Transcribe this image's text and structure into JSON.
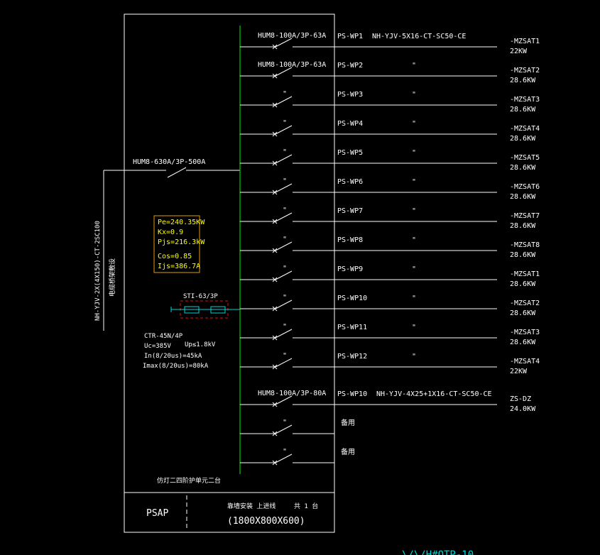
{
  "panel": {
    "name": "PSAP",
    "size": "(1800X800X600)",
    "install_note": "靠墙安装 上进线",
    "count_note": "共 1 台",
    "bottom_note": "仿灯二四阶护单元二台"
  },
  "incoming": {
    "breaker": "HUM8-630A/3P-500A",
    "cable": "NH-YJV-2X(4X150)-CT-2SC100",
    "cable_note": "电缆桥架敷设"
  },
  "calc": {
    "pe": "Pe=240.35KW",
    "kx": "Kx=0.9",
    "pjs": "Pjs=216.3kW",
    "cos": "Cos=0.85",
    "ijs": "Ijs=386.7A"
  },
  "spd": {
    "fuse": "STI-63/3P",
    "model": "CTR-45N/4P",
    "uc": "Uc=385V",
    "up": "Up≤1.8kV",
    "in": "In(8/20us)=45kA",
    "imax": "Imax(8/20us)=80kA"
  },
  "circuits": [
    {
      "breaker": "HUM8-100A/3P-63A",
      "circuit": "PS-WP1",
      "cable": "NH-YJV-5X16-CT-SC50-CE",
      "load": "-MZSAT1",
      "power": "22KW"
    },
    {
      "breaker": "HUM8-100A/3P-63A",
      "circuit": "PS-WP2",
      "cable": "\"",
      "load": "-MZSAT2",
      "power": "28.6KW"
    },
    {
      "breaker": "\"",
      "circuit": "PS-WP3",
      "cable": "\"",
      "load": "-MZSAT3",
      "power": "28.6KW"
    },
    {
      "breaker": "\"",
      "circuit": "PS-WP4",
      "cable": "\"",
      "load": "-MZSAT4",
      "power": "28.6KW"
    },
    {
      "breaker": "\"",
      "circuit": "PS-WP5",
      "cable": "\"",
      "load": "-MZSAT5",
      "power": "28.6KW"
    },
    {
      "breaker": "\"",
      "circuit": "PS-WP6",
      "cable": "\"",
      "load": "-MZSAT6",
      "power": "28.6KW"
    },
    {
      "breaker": "\"",
      "circuit": "PS-WP7",
      "cable": "\"",
      "load": "-MZSAT7",
      "power": "28.6KW"
    },
    {
      "breaker": "\"",
      "circuit": "PS-WP8",
      "cable": "\"",
      "load": "-MZSAT8",
      "power": "28.6KW"
    },
    {
      "breaker": "\"",
      "circuit": "PS-WP9",
      "cable": "\"",
      "load": "-MZSAT1",
      "power": "28.6KW"
    },
    {
      "breaker": "\"",
      "circuit": "PS-WP10",
      "cable": "\"",
      "load": "-MZSAT2",
      "power": "28.6KW"
    },
    {
      "breaker": "\"",
      "circuit": "PS-WP11",
      "cable": "\"",
      "load": "-MZSAT3",
      "power": "28.6KW"
    },
    {
      "breaker": "\"",
      "circuit": "PS-WP12",
      "cable": "\"",
      "load": "-MZSAT4",
      "power": "22KW"
    },
    {
      "breaker": "HUM8-100A/3P-80A",
      "circuit": "PS-WP10",
      "cable": "NH-YJV-4X25+1X16-CT-SC50-CE",
      "load": "ZS-DZ",
      "power": "24.0KW"
    },
    {
      "breaker": "\"",
      "circuit": "备用",
      "cable": "",
      "load": "",
      "power": ""
    },
    {
      "breaker": "\"",
      "circuit": "备用",
      "cable": "",
      "load": "",
      "power": ""
    }
  ],
  "footer_partial": "\\/\\/H#OTP-10"
}
